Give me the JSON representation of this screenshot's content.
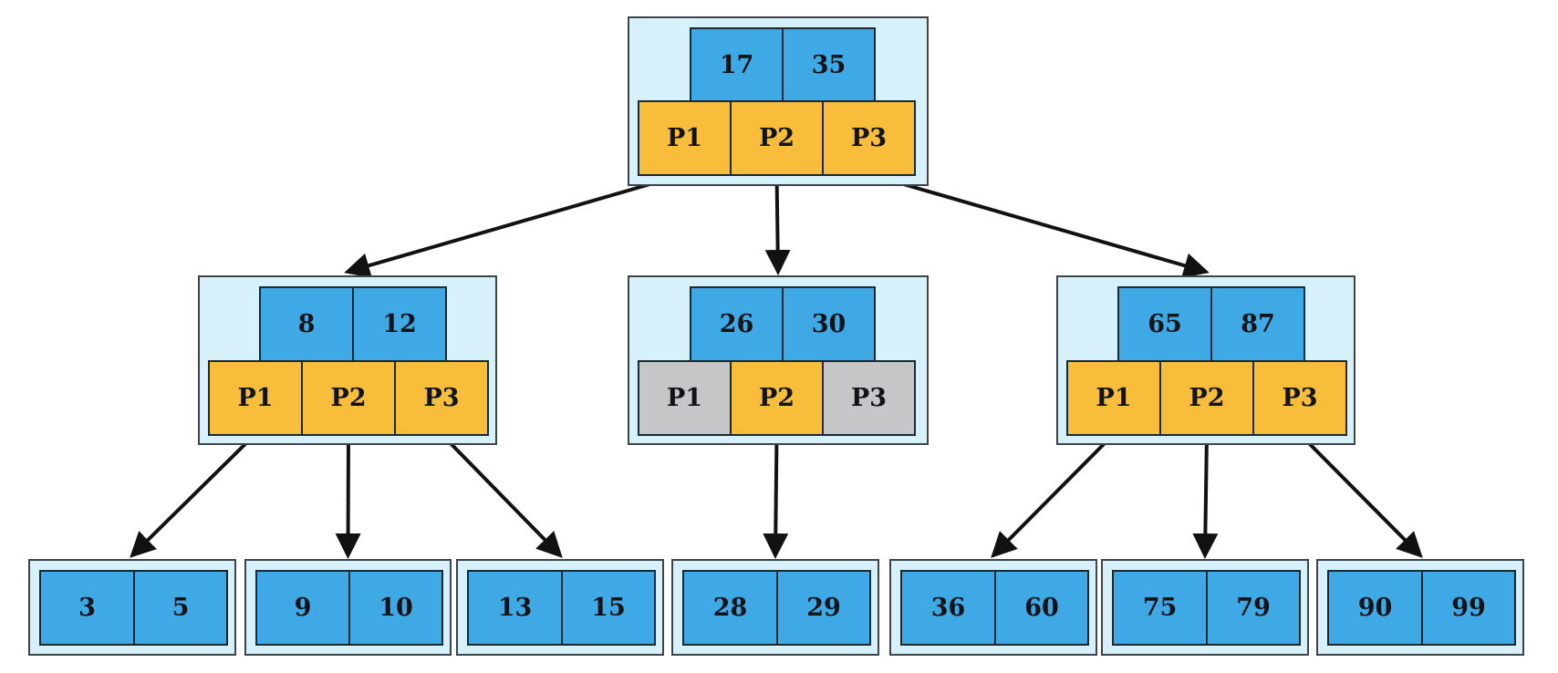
{
  "colors": {
    "node_bg": "#d6f1f9",
    "key_cell": "#3fa9e5",
    "pointer_cell": "#f8be3b",
    "null_pointer_cell": "#c4c6c8",
    "edge": "#111111"
  },
  "root": {
    "keys": [
      "17",
      "35"
    ],
    "pointers": [
      {
        "label": "P1",
        "active": true
      },
      {
        "label": "P2",
        "active": true
      },
      {
        "label": "P3",
        "active": true
      }
    ]
  },
  "internal": [
    {
      "keys": [
        "8",
        "12"
      ],
      "pointers": [
        {
          "label": "P1",
          "active": true
        },
        {
          "label": "P2",
          "active": true
        },
        {
          "label": "P3",
          "active": true
        }
      ]
    },
    {
      "keys": [
        "26",
        "30"
      ],
      "pointers": [
        {
          "label": "P1",
          "active": false
        },
        {
          "label": "P2",
          "active": true
        },
        {
          "label": "P3",
          "active": false
        }
      ]
    },
    {
      "keys": [
        "65",
        "87"
      ],
      "pointers": [
        {
          "label": "P1",
          "active": true
        },
        {
          "label": "P2",
          "active": true
        },
        {
          "label": "P3",
          "active": true
        }
      ]
    }
  ],
  "leaves": [
    {
      "keys": [
        "3",
        "5"
      ]
    },
    {
      "keys": [
        "9",
        "10"
      ]
    },
    {
      "keys": [
        "13",
        "15"
      ]
    },
    {
      "keys": [
        "28",
        "29"
      ]
    },
    {
      "keys": [
        "36",
        "60"
      ]
    },
    {
      "keys": [
        "75",
        "79"
      ]
    },
    {
      "keys": [
        "90",
        "99"
      ]
    }
  ]
}
